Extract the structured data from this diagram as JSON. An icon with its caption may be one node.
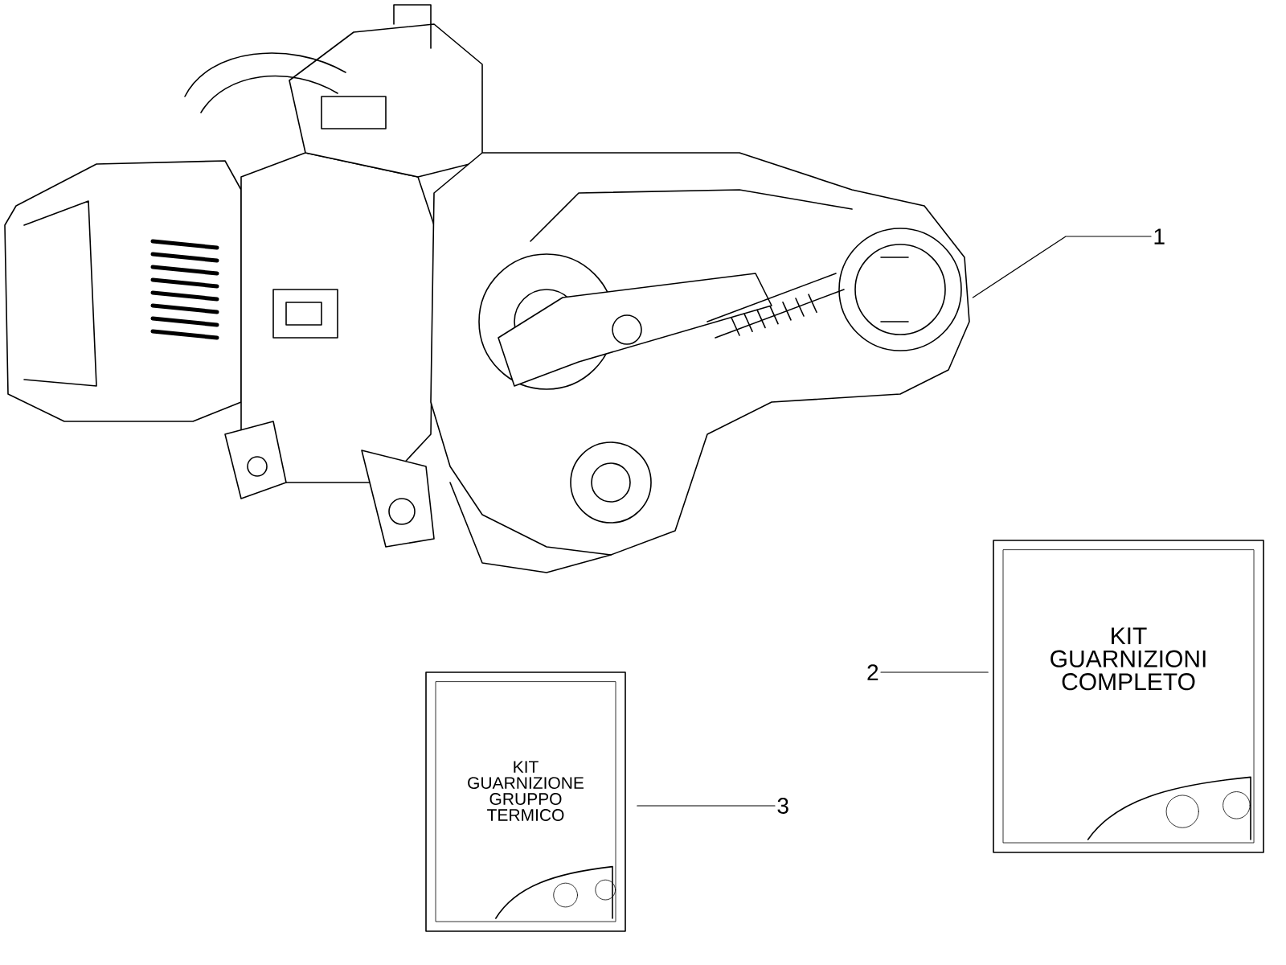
{
  "diagram": {
    "nodes": [
      {
        "text": [
          "1"
        ]
      },
      {
        "text": [],
        "shape": "picture"
      },
      {
        "text": [
          "2"
        ]
      },
      {
        "text": [
          "KIT GUARNIZIONI COMPLETO"
        ]
      },
      {
        "text": [
          "3"
        ]
      },
      {
        "text": [
          "KIT GUARNIZIONE GRUPPO TERMICO"
        ]
      }
    ],
    "edges": [
      {
        "from": 0,
        "to": 1,
        "arrow": "none"
      },
      {
        "from": 2,
        "to": 3,
        "arrow": "none"
      },
      {
        "from": 4,
        "to": 5,
        "arrow": "none"
      }
    ]
  }
}
